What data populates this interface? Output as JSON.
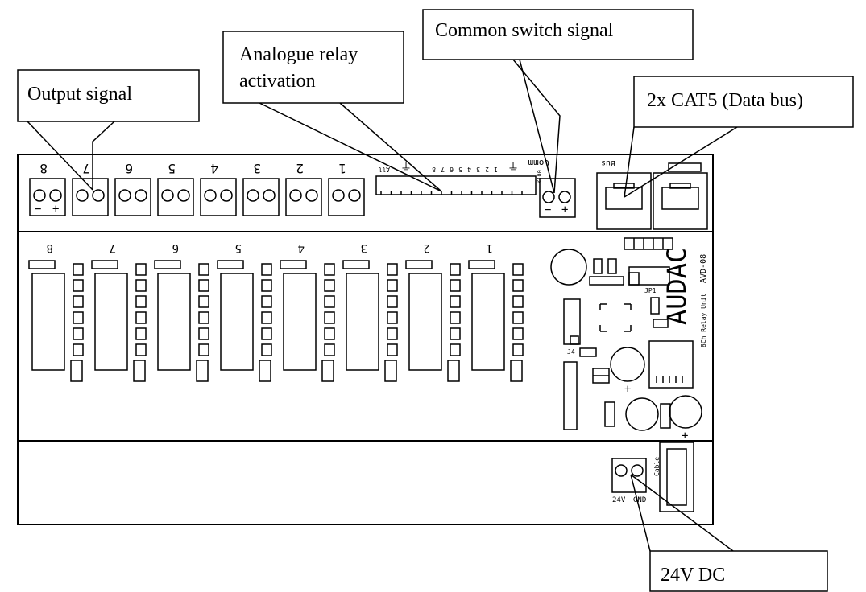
{
  "callouts": {
    "output_signal": "Output signal",
    "analogue_line1": "Analogue relay",
    "analogue_line2": "activation",
    "common_switch": "Common switch signal",
    "cat5": "2x CAT5 (Data bus)",
    "dc": "24V DC"
  },
  "board": {
    "brand": "AUDAC",
    "model": "AVD-08",
    "subtitle": "8Ch Relay Unit",
    "output_numbers": [
      "8",
      "7",
      "6",
      "5",
      "4",
      "3",
      "2",
      "1"
    ],
    "relay_numbers": [
      "8",
      "7",
      "6",
      "5",
      "4",
      "3",
      "2",
      "1"
    ],
    "header_pins": [
      "All",
      "8",
      "7",
      "6",
      "5",
      "4",
      "3",
      "2",
      "1"
    ],
    "header_ref": "K100",
    "comm_label": "Comm",
    "bus_label": "Bus",
    "jp1": "JP1",
    "j4": "J4",
    "power_v": "24V",
    "power_gnd": "GND",
    "cable_label": "Cable",
    "minus": "−",
    "plus": "+"
  }
}
